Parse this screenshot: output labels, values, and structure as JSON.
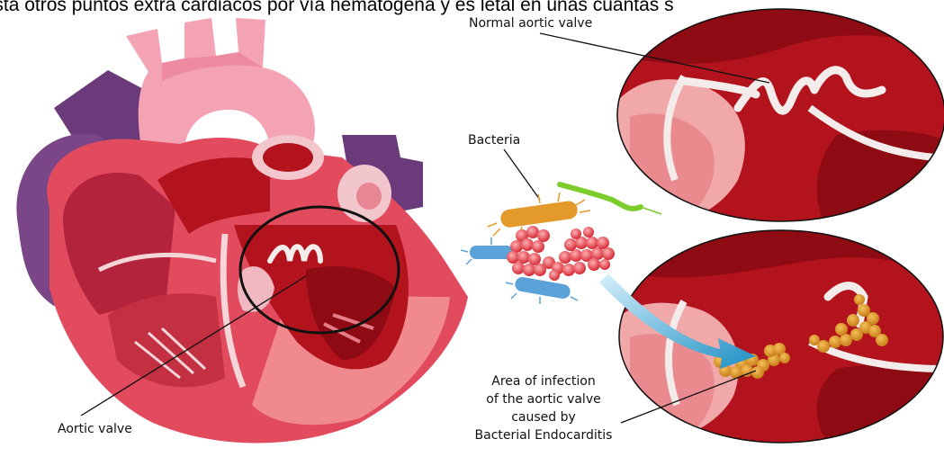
{
  "caption": "hasta otros puntos extra cardiacos por vía hematógena y es letal en unas cuantas s",
  "labels": {
    "normal_aortic_valve": "Normal aortic valve",
    "bacteria": "Bacteria",
    "aortic_valve": "Aortic valve",
    "infection_lines": [
      "Area of infection",
      "of the aortic valve",
      "caused by",
      "Bacterial Endocarditis"
    ]
  },
  "colors": {
    "myocardium_red": "#b3131d",
    "chamber_dark_red": "#8e0b14",
    "heart_pink": "#e24a5e",
    "aorta_pink": "#f4a3b4",
    "vein_purple": "#6b3a7a",
    "valve_white": "#f3ecea",
    "lobule_orange": "#e39a2a",
    "bacteria_red": "#e0393c",
    "bacteria_blue": "#5aa2d8",
    "bacteria_green": "#7ccc2c",
    "arrow_blue": "#2aa9d6"
  }
}
